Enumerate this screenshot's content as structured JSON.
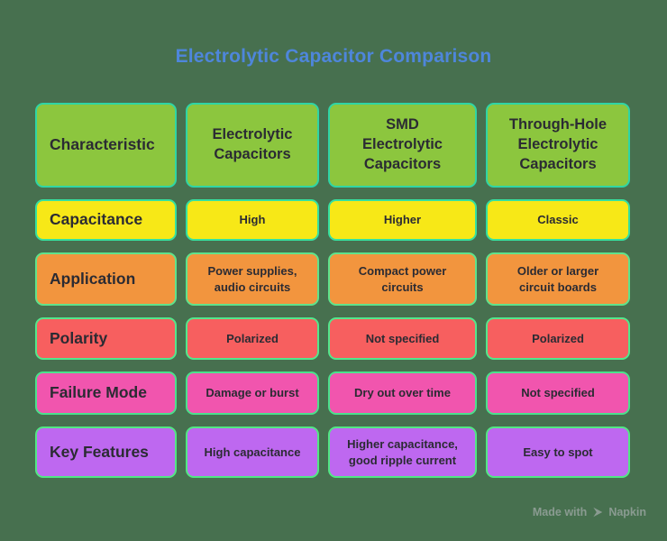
{
  "title": "Electrolytic Capacitor Comparison",
  "colors": {
    "background": "#47704F",
    "title": "#4E86DB",
    "cell_text": "#2B2B33",
    "header_bg": "#8CC63E",
    "header_border": "#2FD5A5",
    "watermark_text": "#96A39D"
  },
  "table": {
    "header": {
      "col0": "Characteristic",
      "col1": "Electrolytic Capacitors",
      "col2": "SMD Electrolytic Capacitors",
      "col3": "Through-Hole Electrolytic Capacitors"
    },
    "rows": [
      {
        "label": "Capacitance",
        "values": [
          "High",
          "Higher",
          "Classic"
        ],
        "bg": "#F7E817",
        "border": "#35E0A0"
      },
      {
        "label": "Application",
        "values": [
          "Power supplies, audio circuits",
          "Compact power circuits",
          "Older or larger circuit boards"
        ],
        "bg": "#F2953E",
        "border": "#5FE38C"
      },
      {
        "label": "Polarity",
        "values": [
          "Polarized",
          "Not specified",
          "Polarized"
        ],
        "bg": "#F75F5F",
        "border": "#53E78C"
      },
      {
        "label": "Failure Mode",
        "values": [
          "Damage or burst",
          "Dry out over time",
          "Not specified"
        ],
        "bg": "#F155AE",
        "border": "#4BE18C"
      },
      {
        "label": "Key Features",
        "values": [
          "High capacitance",
          "Higher capacitance, good ripple current",
          "Easy to spot"
        ],
        "bg": "#BE68F0",
        "border": "#52E784"
      }
    ]
  },
  "watermark": {
    "made_with": "Made with",
    "brand": "Napkin"
  }
}
